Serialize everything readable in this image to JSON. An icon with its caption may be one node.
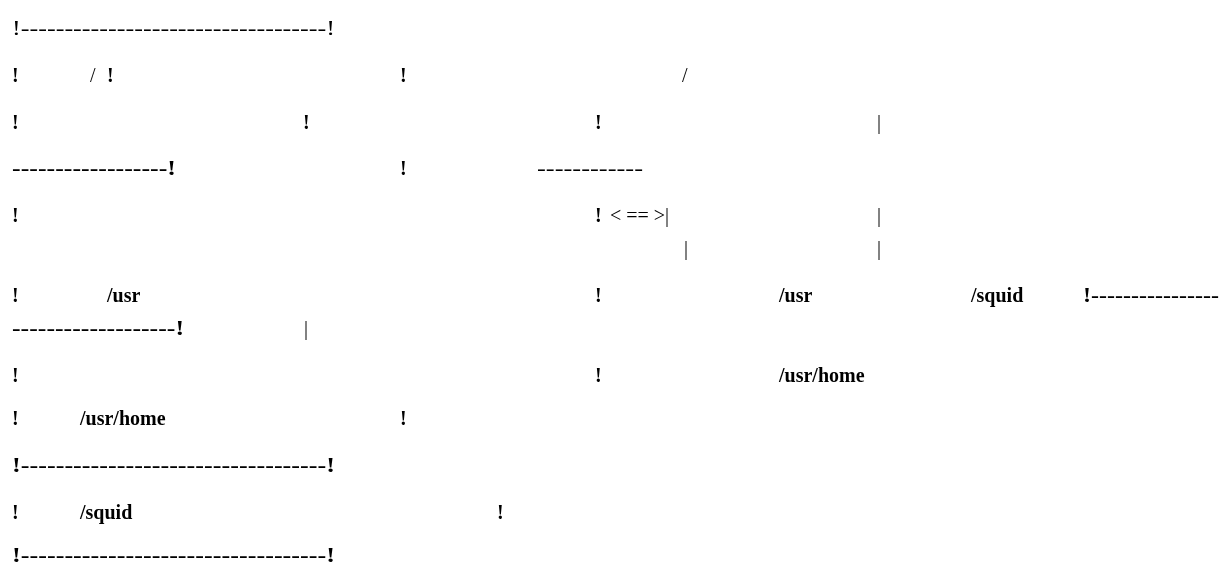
{
  "diagram": {
    "labels": [
      "!-----------------------------------!",
      "!",
      "/",
      "!",
      "!",
      "/",
      "!",
      "!",
      "!",
      "|",
      "------------------!",
      "!",
      "------------",
      "!",
      "!",
      "< == >|",
      "|",
      "|",
      "|",
      "!",
      "/usr",
      "!",
      "/usr",
      "/squid",
      "!----------------",
      "-------------------!",
      "|",
      "!",
      "!",
      "/usr/home",
      "!",
      "/usr/home",
      "!",
      "!-----------------------------------!",
      "!",
      "/squid",
      "!",
      "!-----------------------------------!"
    ]
  }
}
